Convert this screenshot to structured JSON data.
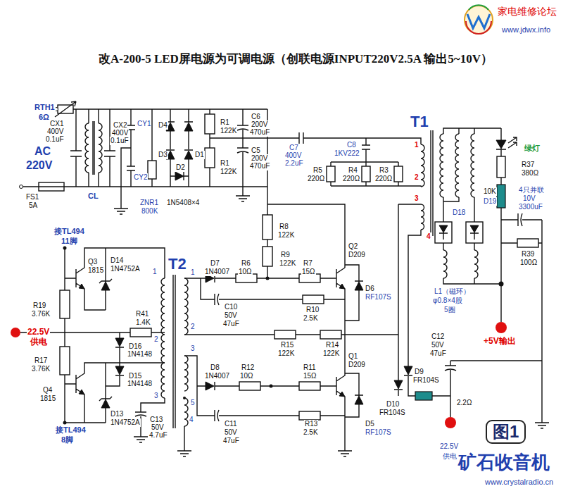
{
  "diagram": {
    "title": "改A-200-5 LED屏电源为可调电源（创联电源INPUT220V2.5A 输出5~10V）",
    "nodes": [
      {
        "text": [
          "图1"
        ]
      }
    ],
    "labels": [
      "RTH1",
      "6Ω",
      "CX1",
      "400V",
      "0.1uF",
      "AC",
      "220V",
      "FS1",
      "5A",
      "CL",
      "CX2",
      "400V",
      "0.1uF",
      "CY1",
      "CY2",
      "D4",
      "D3",
      "D1",
      "D2",
      "ZNR1",
      "800K",
      "1N5408×4",
      "R1",
      "122K",
      "C6",
      "200V",
      "470uF",
      "R1",
      "122K",
      "C5",
      "200V",
      "470uF",
      "C7",
      "400V",
      "2.2uF",
      "C8",
      "1KV222",
      "R3",
      "220Ω",
      "R5",
      "220Ω",
      "R4",
      "220Ω",
      "T1",
      "1",
      "2",
      "3",
      "4",
      "绿灯",
      "R37",
      "380Ω",
      "10K",
      "D19",
      "4只并联",
      "10V",
      "3300uF",
      "D18",
      "R39",
      "100Ω",
      "L1（磁环）",
      "φ0.8×4股",
      "5圈",
      "+5V输出",
      "接TL494",
      "11脚",
      "Q3",
      "1815",
      "D14",
      "1N4752A",
      "R19",
      "3.76K",
      "22.5V",
      "供电",
      "R41",
      "1.4K",
      "R17",
      "3.76K",
      "Q4",
      "1815",
      "D16",
      "1N4148",
      "D15",
      "1N4148",
      "D13",
      "1N4752A",
      "C13",
      "50V",
      "4.7uF",
      "接TL494",
      "8脚",
      "T2",
      "1",
      "2",
      "3",
      "1",
      "2",
      "3",
      "5",
      "4",
      "D7",
      "1N4007",
      "R6",
      "10Ω",
      "R8",
      "122K",
      "R9",
      "122K",
      "R7",
      "15Ω",
      "Q2",
      "D209",
      "C10",
      "50V",
      "47uF",
      "R10",
      "2.5K",
      "D6",
      "RF107S",
      "R15",
      "122K",
      "R14",
      "122K",
      "D8",
      "1N4007",
      "R12",
      "10Ω",
      "R11",
      "15Ω",
      "Q1",
      "D209",
      "C11",
      "50V",
      "47uF",
      "R13",
      "2.5K",
      "D5",
      "RF107S",
      "C12",
      "50V",
      "47uF",
      "D9",
      "FR104S",
      "D10",
      "FR104S",
      "2.2Ω",
      "22.5V",
      "供电",
      "家电维修论坛",
      "www.jdwx.info",
      "矿石收音机",
      "www.crystalradio.cn"
    ]
  }
}
